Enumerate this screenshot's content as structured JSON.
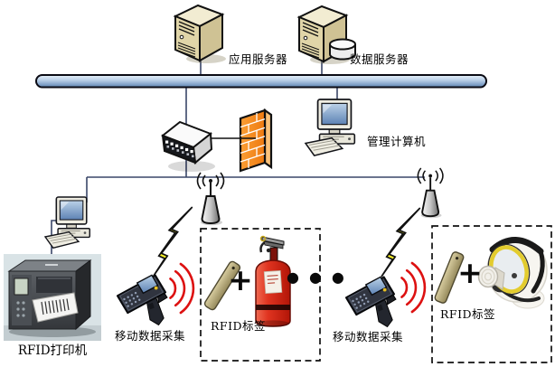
{
  "diagram": {
    "labels": {
      "app_server": "应用服务器",
      "data_server": "数据服务器",
      "mgmt_computer": "管理计算机",
      "rfid_printer": "RFID打印机",
      "mobile_collector_1": "移动数据采集",
      "rfid_tag_1": "RFID标签",
      "mobile_collector_2": "移动数据采集",
      "rfid_tag_2": "RFID标签",
      "plus_1": "+",
      "plus_2": "+",
      "ellipsis": "●●●"
    },
    "colors": {
      "backbone_bus": "#9db9d8",
      "firewall": "#f5871f",
      "lightning": "#f6ef27",
      "radio_wave": "#dd1111",
      "extinguisher": "#d02a16",
      "server_body": "#ddd2a6",
      "connector_line": "#3a4668"
    }
  }
}
